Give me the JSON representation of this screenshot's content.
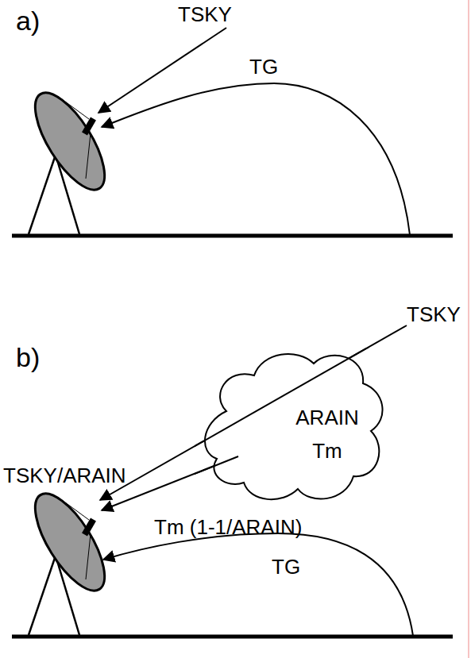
{
  "diagram": {
    "nodes": [
      {
        "text": [
          "ARAIN",
          "Tm"
        ]
      }
    ],
    "labels": [
      "a)",
      "TSKY",
      "TG",
      "b)",
      "TSKY",
      "TSKY/ARAIN",
      "Tm (1-1/ARAIN)",
      "TG"
    ]
  }
}
